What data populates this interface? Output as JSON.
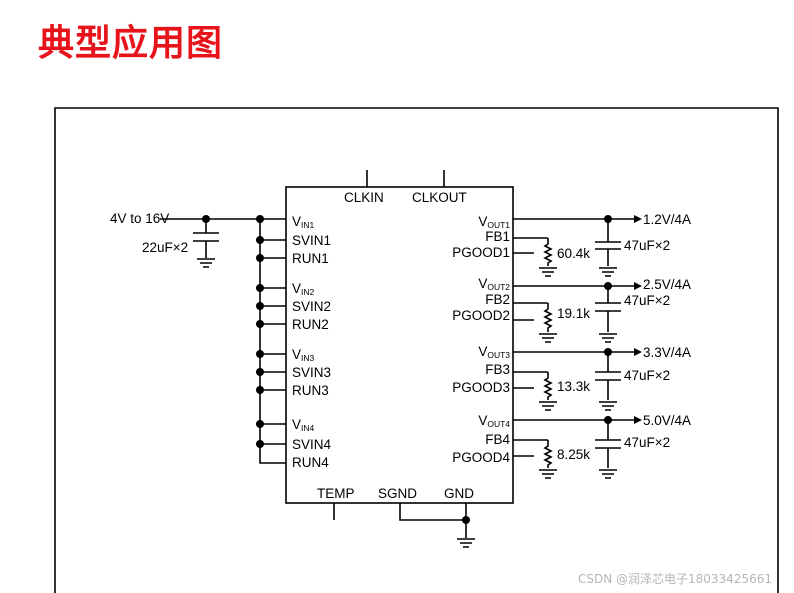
{
  "title": "典型应用图",
  "ic": {
    "top_pins": [
      "CLKIN",
      "CLKOUT"
    ],
    "bottom_pins": [
      "TEMP",
      "SGND",
      "GND"
    ],
    "left_pins": [
      {
        "main": "V",
        "sub": "IN1"
      },
      {
        "main": "SVIN1"
      },
      {
        "main": "RUN1"
      },
      {
        "main": "V",
        "sub": "IN2"
      },
      {
        "main": "SVIN2"
      },
      {
        "main": "RUN2"
      },
      {
        "main": "V",
        "sub": "IN3"
      },
      {
        "main": "SVIN3"
      },
      {
        "main": "RUN3"
      },
      {
        "main": "V",
        "sub": "IN4"
      },
      {
        "main": "SVIN4"
      },
      {
        "main": "RUN4"
      }
    ],
    "right_pins": [
      {
        "main": "V",
        "sub": "OUT1"
      },
      {
        "main": "FB1"
      },
      {
        "main": "PGOOD1"
      },
      {
        "main": "V",
        "sub": "OUT2"
      },
      {
        "main": "FB2"
      },
      {
        "main": "PGOOD2"
      },
      {
        "main": "V",
        "sub": "OUT3"
      },
      {
        "main": "FB3"
      },
      {
        "main": "PGOOD3"
      },
      {
        "main": "V",
        "sub": "OUT4"
      },
      {
        "main": "FB4"
      },
      {
        "main": "PGOOD4"
      }
    ]
  },
  "input": {
    "voltage_label": "4V to 16V",
    "capacitor_label": "22uF×2"
  },
  "outputs": [
    {
      "voltage": "1.2V/4A",
      "resistor": "60.4k",
      "capacitor": "47uF×2"
    },
    {
      "voltage": "2.5V/4A",
      "resistor": "19.1k",
      "capacitor": "47uF×2"
    },
    {
      "voltage": "3.3V/4A",
      "resistor": "13.3k",
      "capacitor": "47uF×2"
    },
    {
      "voltage": "5.0V/4A",
      "resistor": "8.25k",
      "capacitor": "47uF×2"
    }
  ],
  "watermark": "CSDN @润泽芯电子18033425661"
}
